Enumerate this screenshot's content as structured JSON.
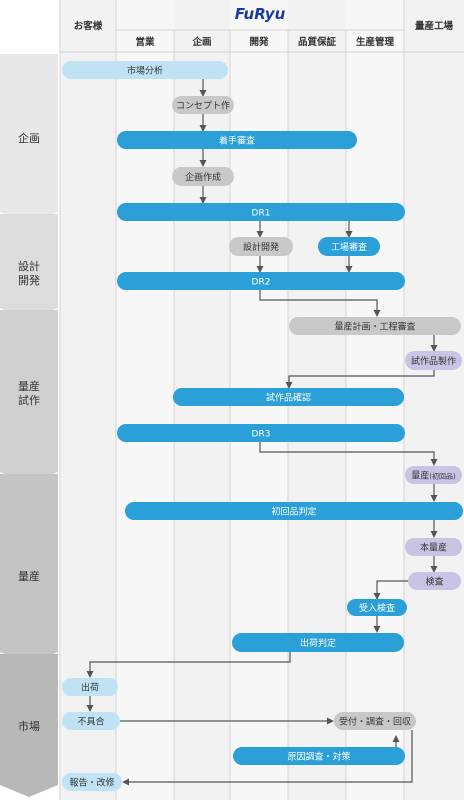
{
  "logo": "FuRyu",
  "columns": {
    "customer": "お客様",
    "sales": "営業",
    "planning": "企画",
    "development": "開発",
    "quality": "品質保証",
    "production_mgmt": "生産管理",
    "factory": "量産工場"
  },
  "phases": {
    "planning": [
      "企画"
    ],
    "design": [
      "設計",
      "開発"
    ],
    "trial": [
      "量産",
      "試作"
    ],
    "mass": [
      "量産"
    ],
    "market": [
      "市場"
    ]
  },
  "steps": {
    "market_analysis": "市場分析",
    "concept": "コンセプト作",
    "start_review": "着手審査",
    "plan_creation": "企画作成",
    "dr1": "DR1",
    "design_dev": "設計開発",
    "factory_audit": "工場審査",
    "dr2": "DR2",
    "mass_plan": "量産計画・工程審査",
    "prototype": "試作品製作",
    "prototype_check": "試作品確認",
    "dr3": "DR3",
    "mass_first_main": "量産",
    "mass_first_sub": "(初回品)",
    "first_judgment": "初回品判定",
    "mass_production": "本量産",
    "inspection": "検査",
    "receiving_inspection": "受入検査",
    "shipping_judgment": "出荷判定",
    "shipment": "出荷",
    "defect": "不具合",
    "receive_investigate": "受付・調査・回収",
    "root_cause": "原因調査・対策",
    "report": "報告・改修"
  },
  "colors": {
    "blue": "#2a9fd8",
    "light_blue": "#bfe3f5",
    "gray": "#c8c8c8",
    "purple": "#c9c3e4",
    "arrow": "#555555"
  }
}
